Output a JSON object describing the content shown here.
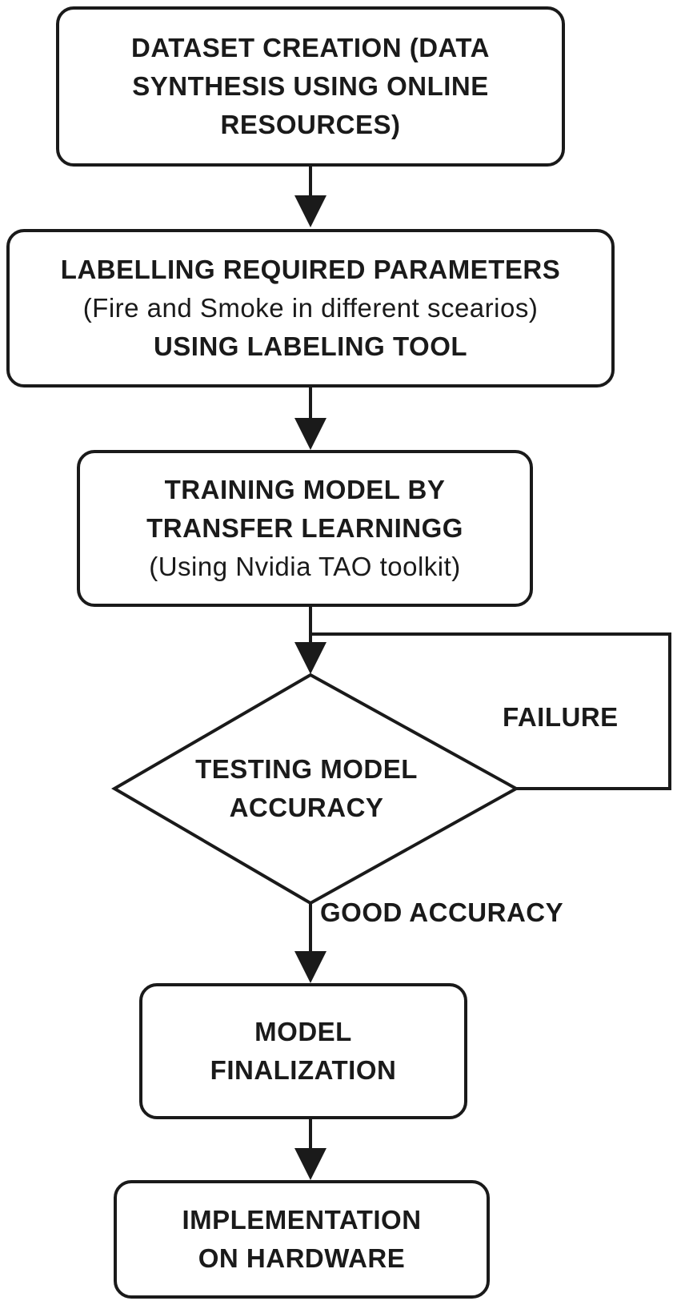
{
  "nodes": {
    "dataset": {
      "lines": [
        "DATASET CREATION (DATA",
        "SYNTHESIS USING ONLINE",
        "RESOURCES)"
      ]
    },
    "labelling": {
      "lines": [
        "LABELLING REQUIRED PARAMETERS",
        "(Fire and Smoke in different scearios)",
        "USING LABELING TOOL"
      ]
    },
    "training": {
      "lines": [
        "TRAINING MODEL BY",
        "TRANSFER LEARNINGG",
        "(Using Nvidia TAO toolkit)"
      ]
    },
    "testing": {
      "lines": [
        "TESTING MODEL",
        "ACCURACY"
      ]
    },
    "finalization": {
      "lines": [
        "MODEL",
        "FINALIZATION"
      ]
    },
    "implementation": {
      "lines": [
        "IMPLEMENTATION",
        "ON HARDWARE"
      ]
    }
  },
  "edges": {
    "failure_label": "FAILURE",
    "good_accuracy_label": "GOOD ACCURACY"
  },
  "colors": {
    "stroke": "#1a1a1a",
    "background": "#ffffff"
  }
}
